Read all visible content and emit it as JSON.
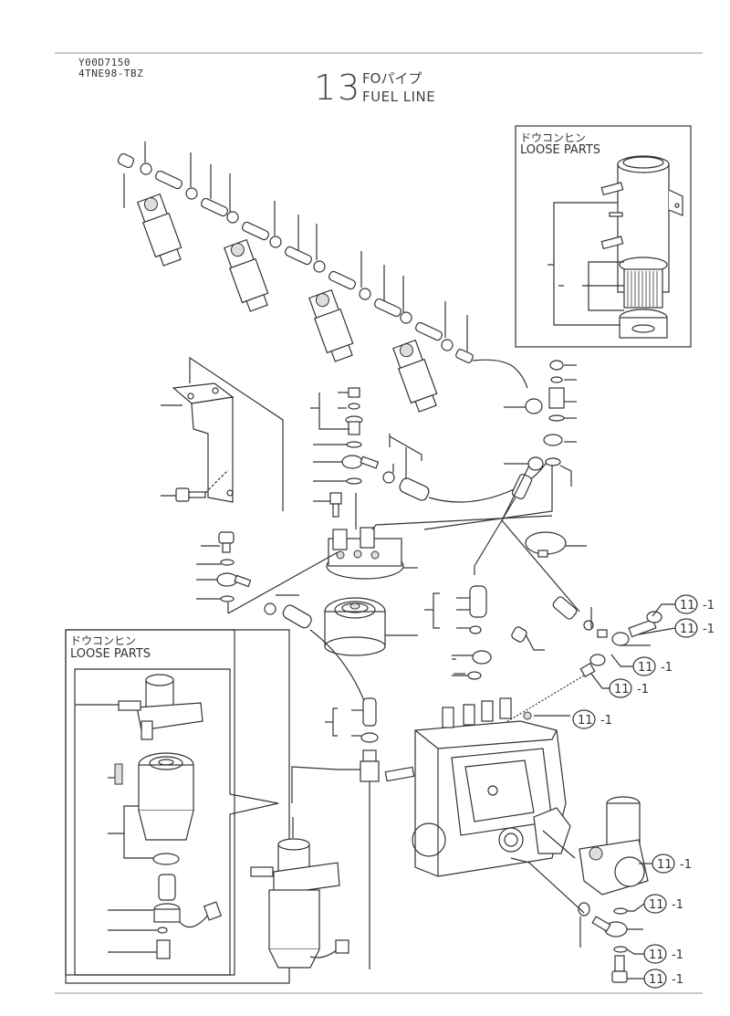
{
  "header": {
    "doc_code": "Y00D7150",
    "model": "4TNE98-TBZ"
  },
  "title": {
    "number": "13",
    "japanese": "FOパイプ",
    "english": "FUEL LINE"
  },
  "loose_parts_boxes": [
    {
      "japanese": "ドウコンヒン",
      "english": "LOOSE PARTS",
      "location": "top-right"
    },
    {
      "japanese": "ドウコンヒン",
      "english": "LOOSE PARTS",
      "location": "bottom-left"
    }
  ],
  "callouts": [
    {
      "ref": "11",
      "suffix": "-1"
    },
    {
      "ref": "11",
      "suffix": "-1"
    },
    {
      "ref": "11",
      "suffix": "-1"
    },
    {
      "ref": "11",
      "suffix": "-1"
    },
    {
      "ref": "11",
      "suffix": "-1"
    },
    {
      "ref": "11",
      "suffix": "-1"
    },
    {
      "ref": "11",
      "suffix": "-1"
    },
    {
      "ref": "11",
      "suffix": "-1"
    },
    {
      "ref": "11",
      "suffix": "-1"
    }
  ],
  "components": [
    "fuel-injector-nozzle",
    "fuel-return-pipe",
    "hose-clip",
    "mounting-bracket",
    "flange-bolt",
    "filter-head",
    "fuel-filter-element",
    "eye-joint",
    "gasket-washer",
    "joint-bolt",
    "rubber-hose",
    "hose-band",
    "fuel-injection-pump",
    "feed-pump",
    "water-separator",
    "water-sensor",
    "o-ring"
  ]
}
